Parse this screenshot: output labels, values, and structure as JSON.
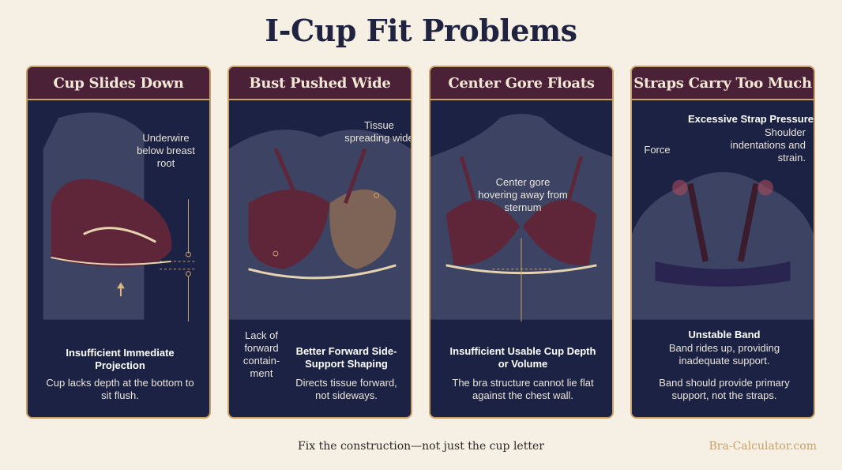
{
  "title": "I-Cup Fit Problems",
  "panels": [
    {
      "heading": "Cup Slides Down",
      "callout": "Underwire below breast root",
      "heading2": "Insufficient Immediate Projection",
      "desc": "Cup lacks depth at the bottom to sit flush."
    },
    {
      "heading": "Bust Pushed Wide",
      "callout_top": "Tissue spreading wide",
      "callout_left": "Lack of forward contain-ment",
      "heading2": "Better Forward Side-Support Shaping",
      "desc": "Directs tissue forward, not sideways."
    },
    {
      "heading": "Center Gore Floats",
      "callout": "Center gore hovering away from sternum",
      "heading2": "Insufficient Usable Cup Depth or Volume",
      "desc": "The bra structure cannot lie flat against the chest wall."
    },
    {
      "heading": "Straps Carry Too Much",
      "top_heading": "Excessive Strap Pressure",
      "top_desc": "Shoulder indentations and strain.",
      "force": "Force",
      "heading2": "Unstable Band",
      "desc": "Band rides up, providing inadequate support.",
      "desc2": "Band should provide primary support, not the straps."
    }
  ],
  "footer": {
    "tagline": "Fix the construction—not just the cup letter",
    "brand": "Bra-Calculator.com"
  },
  "colors": {
    "background": "#f6efe3",
    "card": "#1c2244",
    "header": "#4a2136",
    "accent": "#c9a36b",
    "fabric": "#5e2638"
  }
}
